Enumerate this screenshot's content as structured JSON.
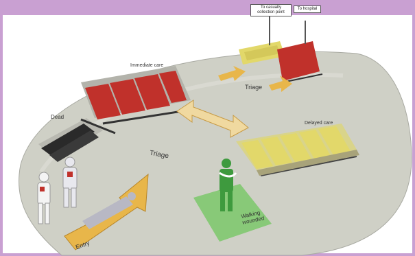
{
  "labels": {
    "immediate_care": "Immediate care",
    "triage_top": "Triage",
    "delayed_care": "Delayed care",
    "dead": "Dead",
    "triage_center": "Triage",
    "walking_wounded": "Walking wounded",
    "entry": "Entry"
  },
  "signs": {
    "collection": "To casualty collection point",
    "hospital": "To hospital"
  },
  "colors": {
    "background": "#c9a0d2",
    "floor": "#cfd0c6",
    "immediate": "#c0312b",
    "delayed": "#e2d86a",
    "dead": "#2a2a2a",
    "walking": "#7bc86a",
    "arrow": "#e8b64a"
  }
}
